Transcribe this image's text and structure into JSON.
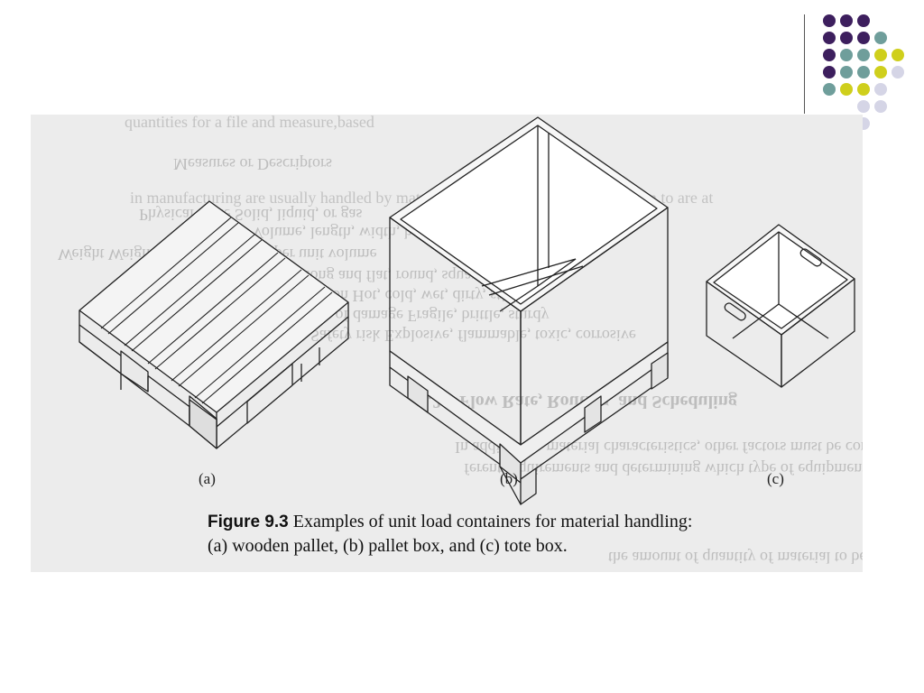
{
  "figure": {
    "number": "Figure 9.3",
    "title": "Examples of unit load containers for material handling:",
    "subtitle": "(a) wooden pallet, (b) pallet box, and (c) tote box.",
    "labels": {
      "a": "(a)",
      "b": "(b)",
      "c": "(c)"
    }
  },
  "ghost_text": [
    "quantities for a file and measure,based",
    "Measures or Descriptors",
    "in manufacturing are usually handled by material handling systems in production to are at",
    "Physical State    Solid, liquid, or gas",
    "Size    Volume, length, width, height",
    "Weight    Weight per piece, weight per unit volume",
    "Shape    Long and flat, round, square, etc.",
    "Condition    Hot, cold, wet, dirty, sticky",
    "Risk of damage    Fragile, brittle, sturdy",
    "Safety risk    Explosive, flammable, toxic, corrosive",
    "9.2.2    Flow Rate, Routing, and Scheduling",
    "In addition to material characteristics, other factors must be considered in analyzing",
    "ferent requirements and determining which type of equipment is most appropriate for",
    "the amount of quantity of material to be moved affects the type of handling"
  ],
  "colors": {
    "dot_purple": "#3d1f5e",
    "dot_teal": "#6f9e9b",
    "dot_yellow": "#cfcf1c",
    "dot_lavender": "#d5d5e6"
  }
}
